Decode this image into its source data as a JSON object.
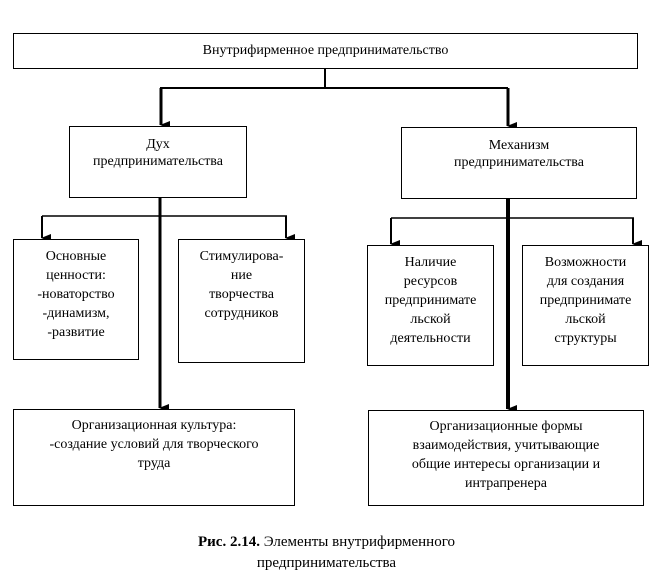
{
  "root": "Внутрифирменное предпринимательство",
  "left_branch": {
    "title": "Дух\nпредпринимательства",
    "child_1": "Основные\nценности:\n-новаторство\n-динамизм,\n-развитие",
    "child_2": "Стимулирова-\nние\nтворчества\nсотрудников",
    "bottom": "Организационная культура:\n-создание условий для творческого\nтруда"
  },
  "right_branch": {
    "title": "Механизм\nпредпринимательства",
    "child_1": "Наличие\nресурсов\nпредпринимате\nльской\nдеятельности",
    "child_2": "Возможности\nдля создания\nпредпринимате\nльской\nструктуры",
    "bottom": "Организационные формы\nвзаимодействия, учитывающие\nобщие интересы организации и\nинтрапренера"
  },
  "caption": {
    "label": "Рис.  2.14.",
    "text": " Элементы  внутрифирменного",
    "text_line2": "предпринимательства"
  }
}
